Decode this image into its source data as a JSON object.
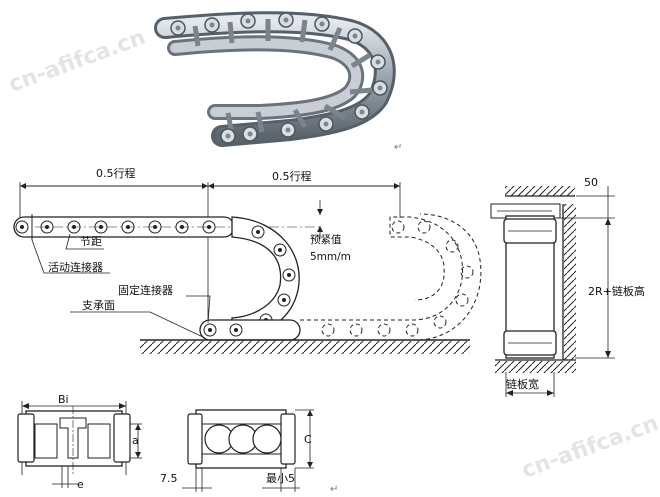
{
  "watermark": "cn-afifca.cn",
  "return_mark": "↵",
  "main_diagram": {
    "half_travel_left": "0.5行程",
    "half_travel_right": "0.5行程",
    "pitch": "节距",
    "movable_connector": "活动连接器",
    "fixed_connector": "固定连接器",
    "support_surface": "支承面",
    "pretension_label": "预紧值",
    "pretension_value": "5mm/m"
  },
  "side_view": {
    "dim_top": "50",
    "dim_height": "2R+链板高",
    "dim_width": "链板宽"
  },
  "section_a": {
    "label_bi": "Bi",
    "label_a": "a",
    "label_e": "e"
  },
  "section_b": {
    "label_c": "C",
    "label_min": "最小5",
    "label_pitch": "7.5"
  }
}
